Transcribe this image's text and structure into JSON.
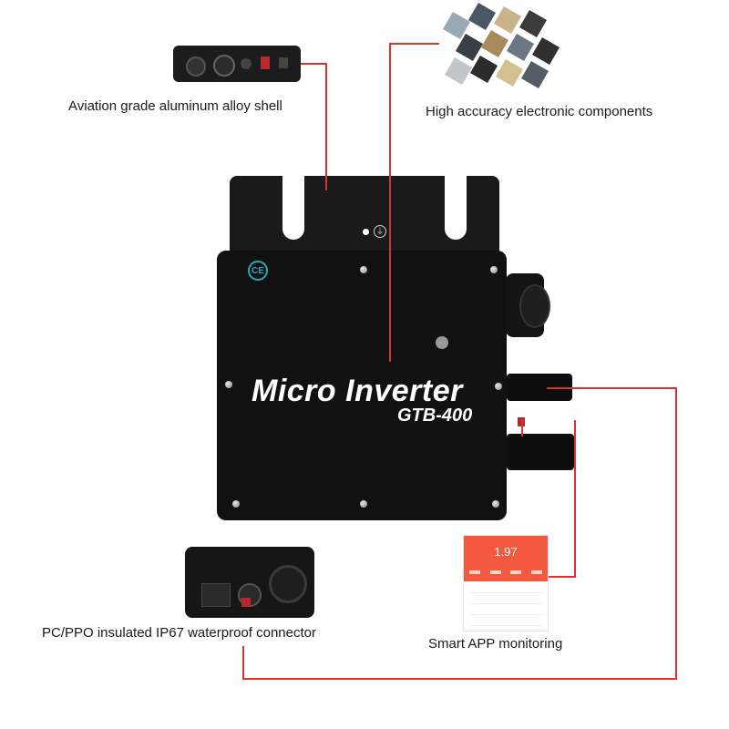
{
  "labels": {
    "shell": "Aviation grade aluminum alloy shell",
    "components": "High accuracy electronic components",
    "connector": "PC/PPO insulated IP67 waterproof connector",
    "app": "Smart APP monitoring"
  },
  "product": {
    "title": "Micro Inverter",
    "model": "GTB-400",
    "mark": "CE"
  },
  "app_screen": {
    "value": "1.97"
  },
  "colors": {
    "callout_line": "#d9342b",
    "app_header": "#f2593f",
    "device_body": "#111111"
  }
}
